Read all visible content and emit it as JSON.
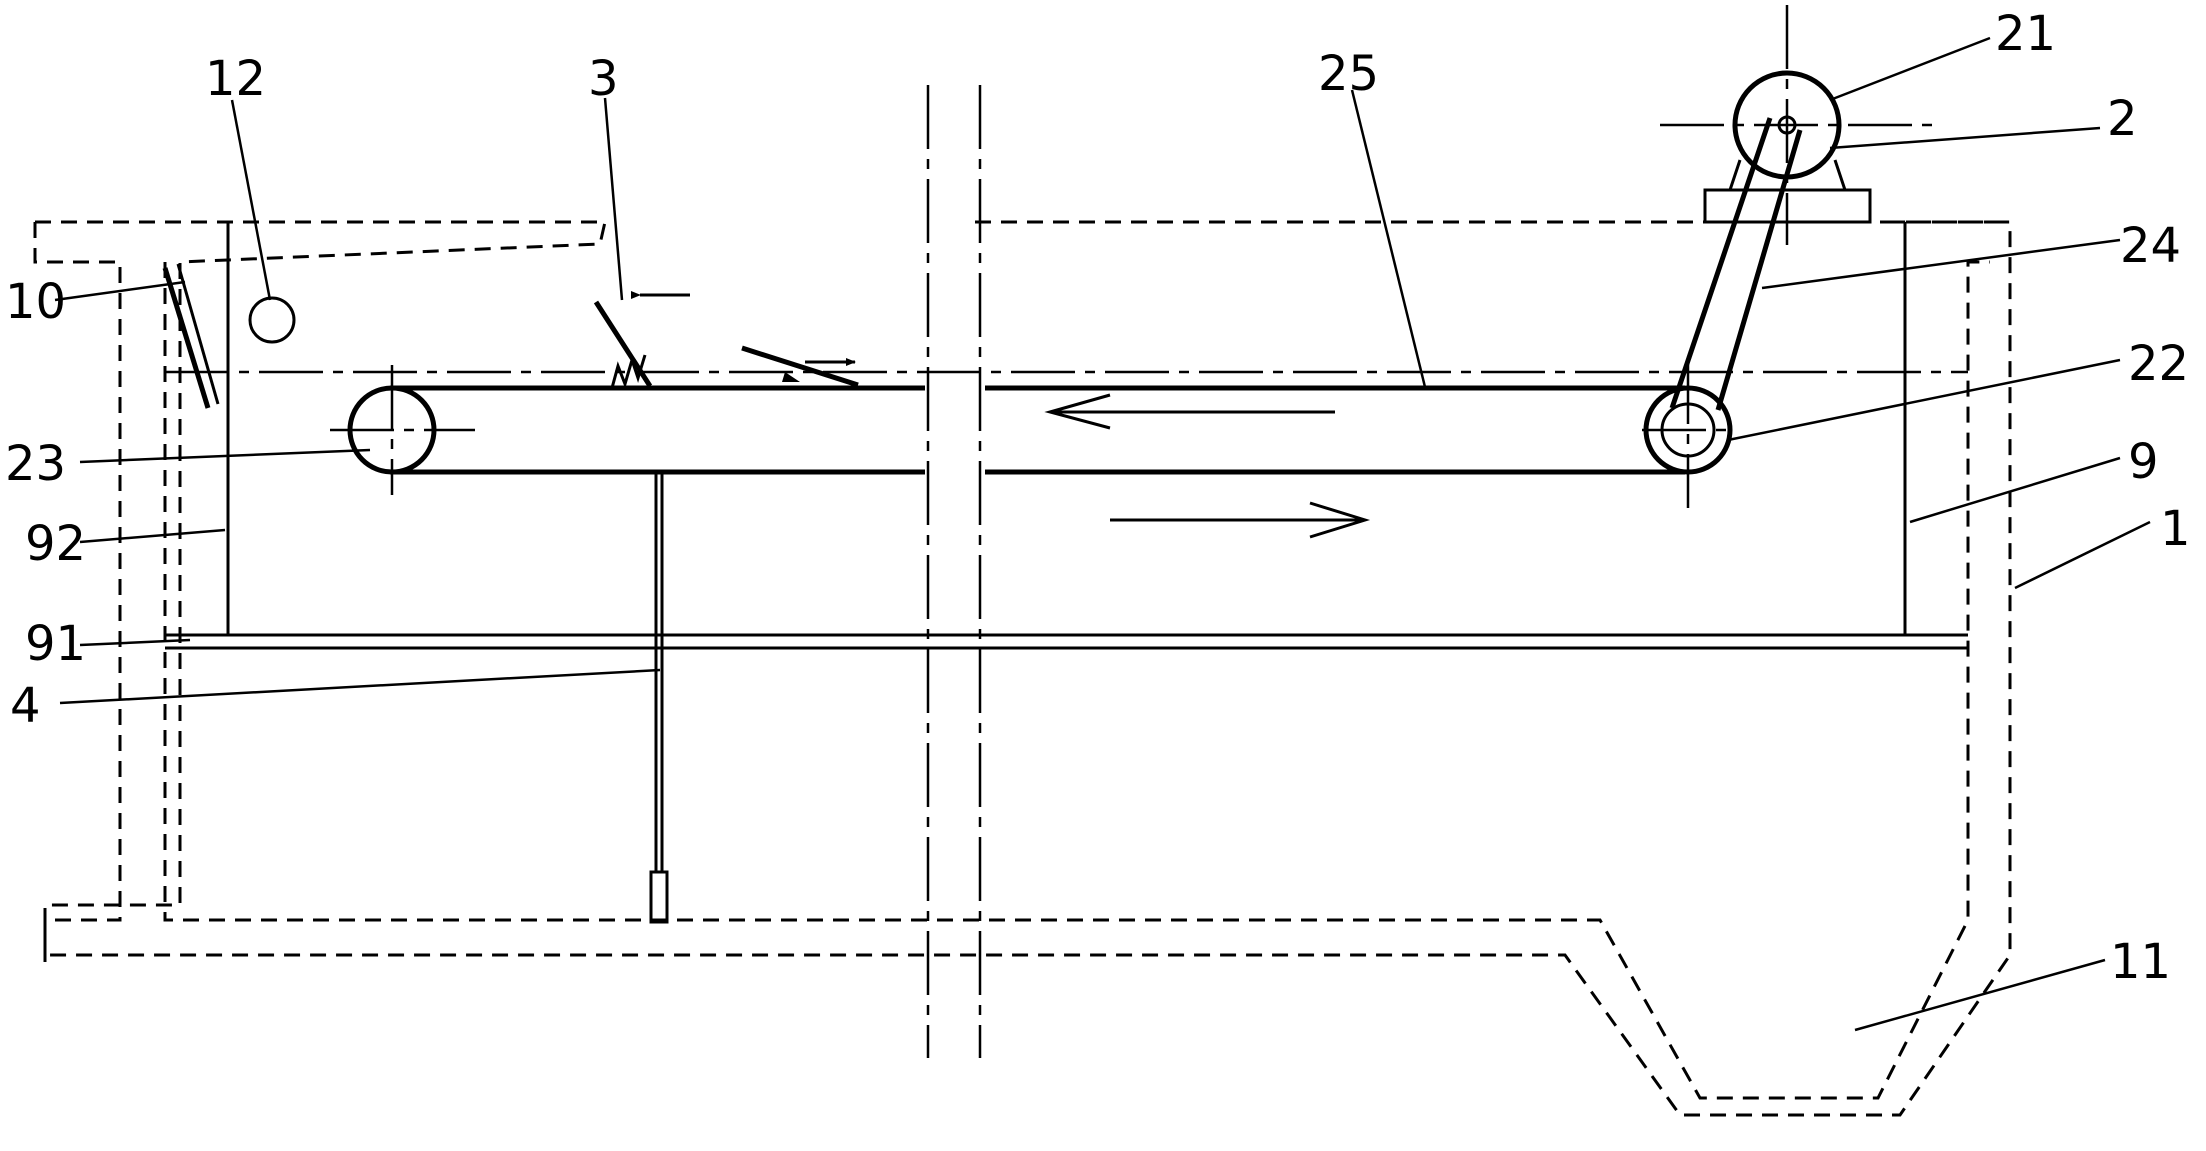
{
  "labels": {
    "l12": "12",
    "l3": "3",
    "l25": "25",
    "l21": "21",
    "l2": "2",
    "l24": "24",
    "l10": "10",
    "l22": "22",
    "l23": "23",
    "l9": "9",
    "l92": "92",
    "l1": "1",
    "l91": "91",
    "l4": "4",
    "l11": "11"
  }
}
